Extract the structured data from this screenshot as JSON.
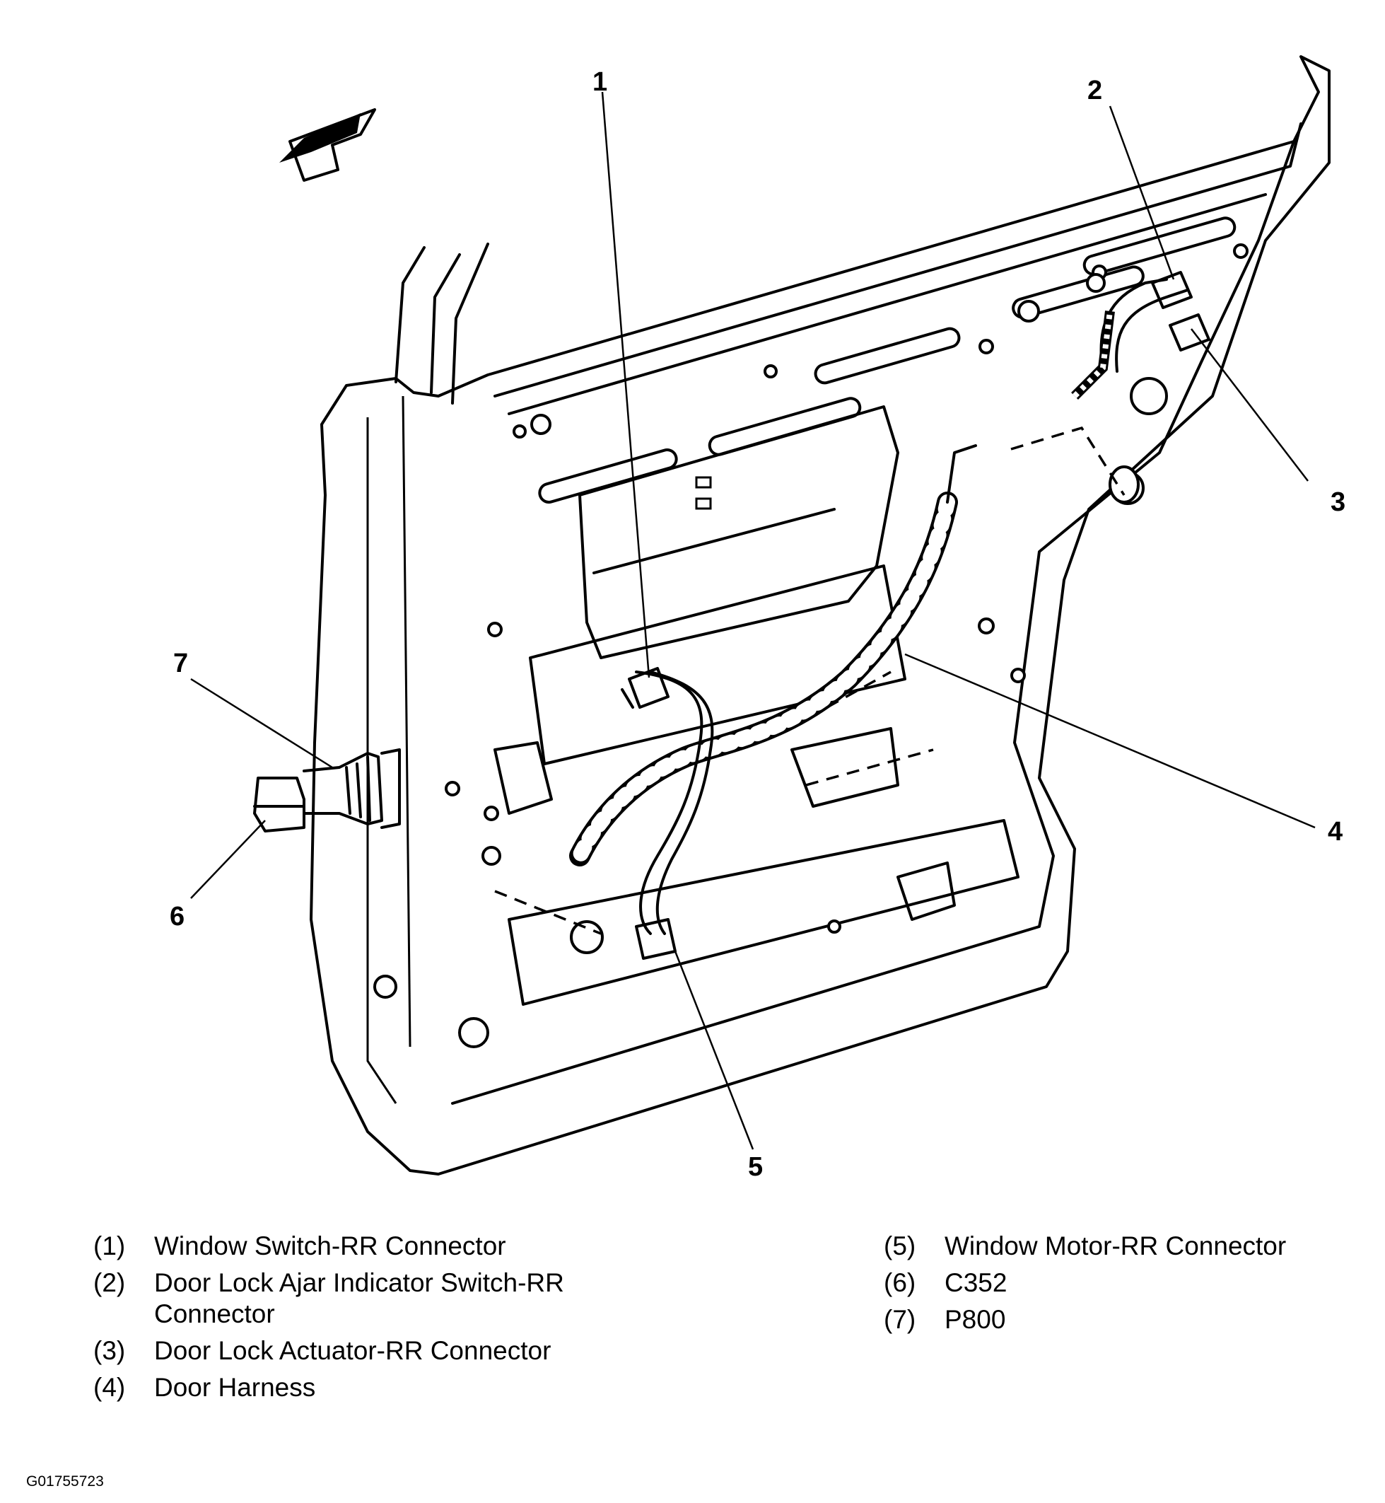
{
  "callouts": [
    "1",
    "2",
    "3",
    "4",
    "5",
    "6",
    "7"
  ],
  "legend": {
    "left": [
      {
        "key": "(1)",
        "text": "Window Switch-RR Connector"
      },
      {
        "key": "(2)",
        "text": "Door Lock Ajar Indicator Switch-RR Connector"
      },
      {
        "key": "(3)",
        "text": "Door Lock Actuator-RR Connector"
      },
      {
        "key": "(4)",
        "text": "Door Harness"
      }
    ],
    "right": [
      {
        "key": "(5)",
        "text": "Window Motor-RR Connector"
      },
      {
        "key": "(6)",
        "text": "C352"
      },
      {
        "key": "(7)",
        "text": "P800"
      }
    ]
  },
  "figure_id": "G01755723",
  "icons": [
    "front-direction-arrow-icon"
  ]
}
